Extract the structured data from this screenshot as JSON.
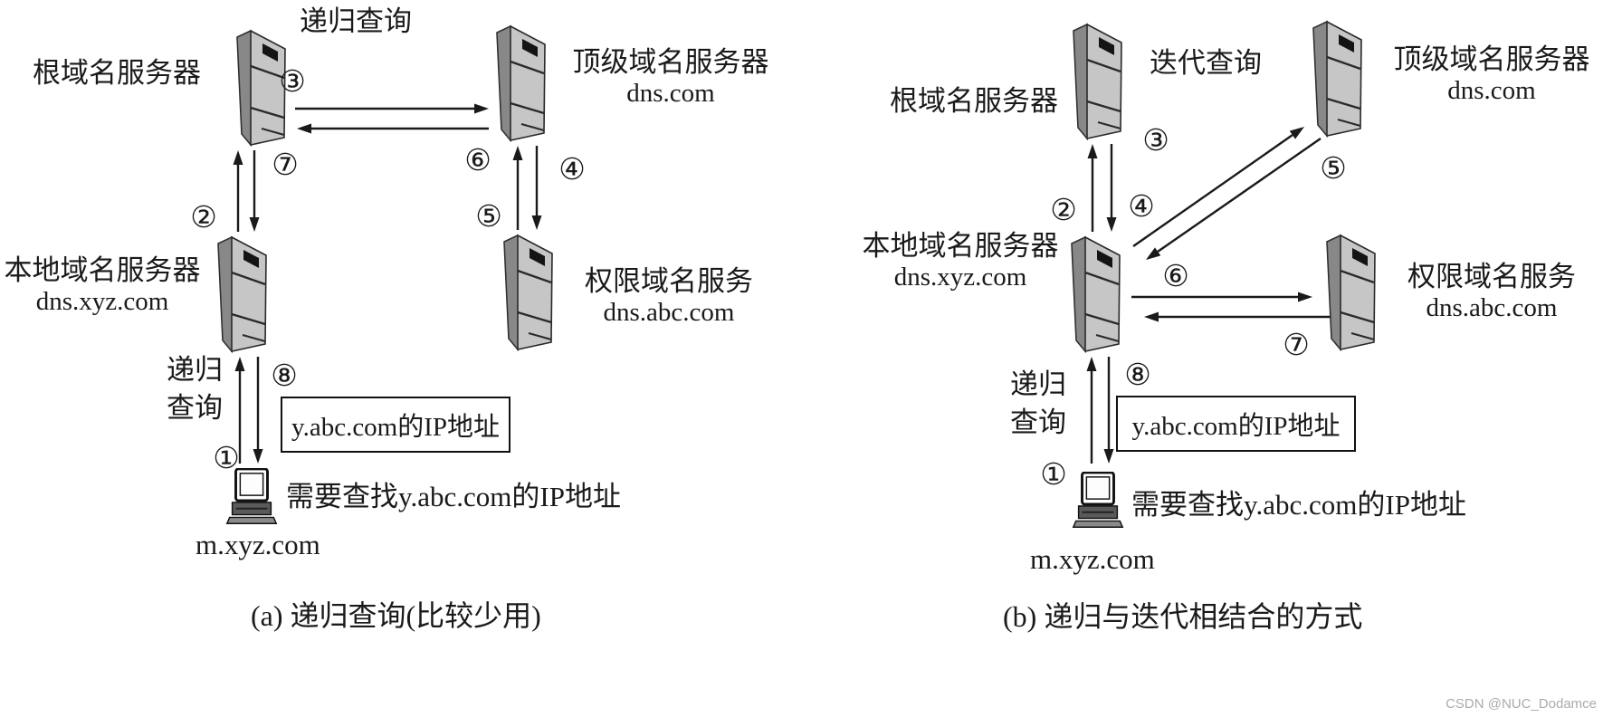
{
  "watermark": "CSDN @NUC_Dodamce",
  "diagram_a": {
    "caption": "(a) 递归查询(比较少用)",
    "top_query_label": "递归查询",
    "root_server": "根域名服务器",
    "tld_server": "顶级域名服务器",
    "tld_domain": "dns.com",
    "local_server": "本地域名服务器",
    "local_domain": "dns.xyz.com",
    "auth_server": "权限域名服务",
    "auth_domain": "dns.abc.com",
    "recursive_side_label": "递归\n查询",
    "ip_result_box": "y.abc.com的IP地址",
    "host_need_label": "需要查找y.abc.com的IP地址",
    "host_name": "m.xyz.com",
    "steps": {
      "1": "①",
      "2": "②",
      "3": "③",
      "4": "④",
      "5": "⑤",
      "6": "⑥",
      "7": "⑦",
      "8": "⑧"
    }
  },
  "diagram_b": {
    "caption": "(b) 递归与迭代相结合的方式",
    "top_query_label": "迭代查询",
    "root_server": "根域名服务器",
    "tld_server": "顶级域名服务器",
    "tld_domain": "dns.com",
    "local_server": "本地域名服务器",
    "local_domain": "dns.xyz.com",
    "auth_server": "权限域名服务",
    "auth_domain": "dns.abc.com",
    "recursive_side_label": "递归\n查询",
    "ip_result_box": "y.abc.com的IP地址",
    "host_need_label": "需要查找y.abc.com的IP地址",
    "host_name": "m.xyz.com",
    "steps": {
      "1": "①",
      "2": "②",
      "3": "③",
      "4": "④",
      "5": "⑤",
      "6": "⑥",
      "7": "⑦",
      "8": "⑧"
    }
  }
}
